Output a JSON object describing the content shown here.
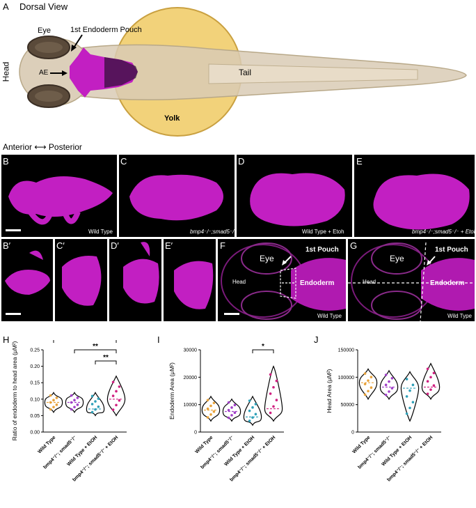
{
  "panelA": {
    "letter": "A",
    "title": "Dorsal View",
    "labels": {
      "eye": "Eye",
      "pouch": "1st Endoderm Pouch",
      "head": "Head",
      "ae": "AE",
      "tail": "Tail",
      "yolk": "Yolk"
    },
    "axis": "Anterior ⟷ Posterior"
  },
  "panelsTop": [
    {
      "letter": "B",
      "caption": "Wild Type"
    },
    {
      "letter": "C",
      "caption": "bmp4⁻/⁻;smad5⁻/⁻"
    },
    {
      "letter": "D",
      "caption": "Wild Type + Etoh"
    },
    {
      "letter": "E",
      "caption": "bmp4⁻/⁻;smad5⁻/⁻ + Etoh"
    }
  ],
  "panelsMid": [
    {
      "letter": "B′"
    },
    {
      "letter": "C′"
    },
    {
      "letter": "D′"
    },
    {
      "letter": "E′"
    }
  ],
  "panelF": {
    "letter": "F",
    "eye": "Eye",
    "pouch": "1st Pouch",
    "head": "Head",
    "endoderm": "Endoderm",
    "caption": "Wild Type"
  },
  "panelG": {
    "letter": "G",
    "eye": "Eye",
    "pouch": "1st Pouch",
    "head": "Head",
    "endoderm": "Endoderm",
    "caption": "Wild Type"
  },
  "chart_data": [
    {
      "letter": "H",
      "type": "violin",
      "ylabel": "Ratio of endoderm to head area (μM²)",
      "ylim": [
        0,
        0.25
      ],
      "yticks": [
        "0.00",
        "0.05",
        "0.10",
        "0.15",
        "0.20",
        "0.25"
      ],
      "categories": [
        "Wild Type",
        "bmp4⁻/⁻; smad5⁻/⁻",
        "Wild Type + EtOH",
        "bmp4⁻/⁻; smad5⁻/⁻ + EtOH"
      ],
      "medians": [
        0.09,
        0.09,
        0.07,
        0.1
      ],
      "ranges": [
        [
          0.06,
          0.12
        ],
        [
          0.06,
          0.12
        ],
        [
          0.05,
          0.12
        ],
        [
          0.05,
          0.17
        ]
      ],
      "significance": [
        "*",
        "**",
        "**"
      ]
    },
    {
      "letter": "I",
      "type": "violin",
      "ylabel": "Endoderm Area (μM²)",
      "ylim": [
        0,
        30000
      ],
      "yticks": [
        "0",
        "10000",
        "20000",
        "30000"
      ],
      "categories": [
        "Wild Type",
        "bmp4⁻/⁻; smad5⁻/⁻",
        "Wild Type + EtOH",
        "bmp4⁻/⁻; smad5⁻/⁻ + EtOH"
      ],
      "medians": [
        8000,
        7500,
        5500,
        8500
      ],
      "ranges": [
        [
          4000,
          13000
        ],
        [
          4000,
          12000
        ],
        [
          2500,
          13000
        ],
        [
          4000,
          24000
        ]
      ],
      "significance": [
        "*"
      ]
    },
    {
      "letter": "J",
      "type": "violin",
      "ylabel": "Head Area (μM²)",
      "ylim": [
        0,
        150000
      ],
      "yticks": [
        "0",
        "50000",
        "100000",
        "150000"
      ],
      "categories": [
        "Wild Type",
        "bmp4⁻/⁻; smad5⁻/⁻",
        "Wild Type + EtOH",
        "bmp4⁻/⁻; smad5⁻/⁻ + EtOH"
      ],
      "medians": [
        90000,
        82000,
        80000,
        82000
      ],
      "ranges": [
        [
          60000,
          115000
        ],
        [
          60000,
          112000
        ],
        [
          20000,
          110000
        ],
        [
          60000,
          125000
        ]
      ],
      "significance": []
    }
  ],
  "colors": {
    "magenta": "#d21fd2",
    "wt": "#e8a23a",
    "mut": "#a040c8",
    "wtEtoh": "#2fa0b8",
    "mutEtoh": "#d02080"
  }
}
